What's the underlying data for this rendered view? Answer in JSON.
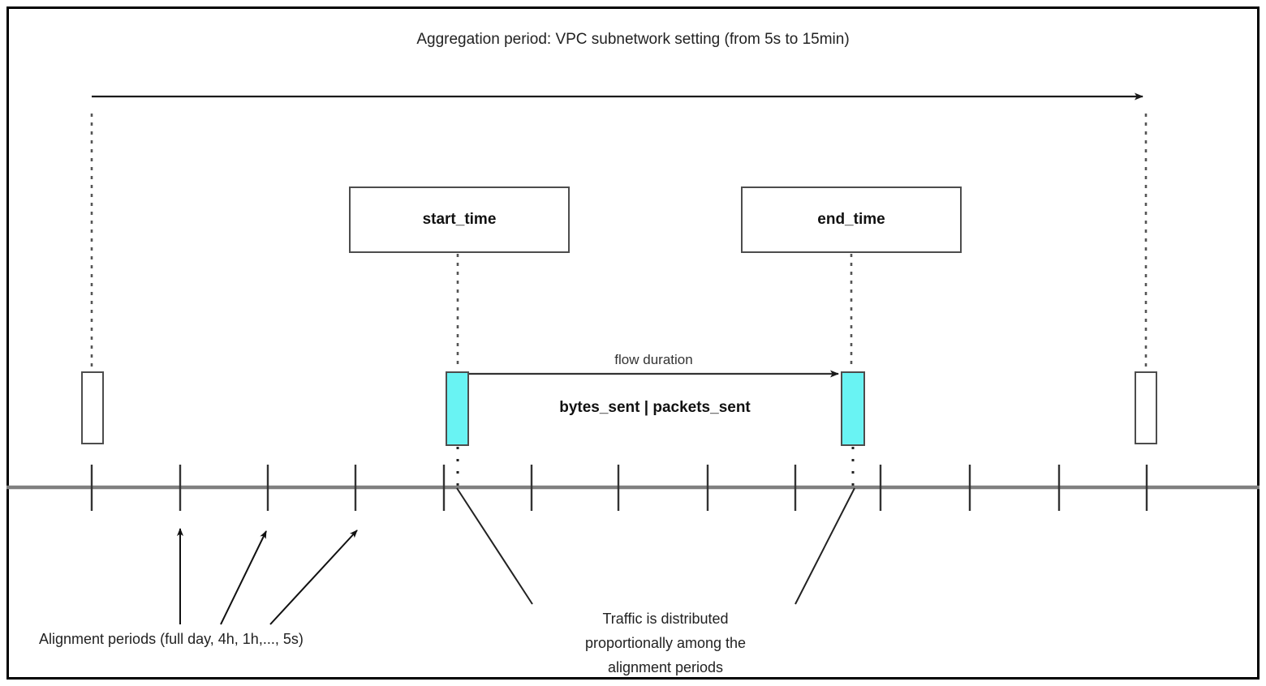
{
  "diagram": {
    "title": "Aggregation period: VPC subnetwork setting (from 5s to 15min)",
    "nodes": {
      "start_time": "start_time",
      "end_time": "end_time"
    },
    "labels": {
      "flow_duration": "flow duration",
      "metrics": "bytes_sent | packets_sent",
      "alignment_periods": "Alignment periods (full day, 4h, 1h,..., 5s)",
      "traffic_note_line1": "Traffic is distributed",
      "traffic_note_line2": "proportionally among the",
      "traffic_note_line3": "alignment periods"
    },
    "colors": {
      "flow_marker": "#69f3f3",
      "marker_border": "#4d4d4d",
      "timeline": "#808080",
      "frame": "#000000",
      "text": "#222222"
    },
    "timeline": {
      "tick_count": 13,
      "tick_positions": [
        113,
        222,
        330,
        438,
        547,
        655,
        762,
        872,
        980,
        1085,
        1195,
        1305,
        1413
      ]
    }
  }
}
